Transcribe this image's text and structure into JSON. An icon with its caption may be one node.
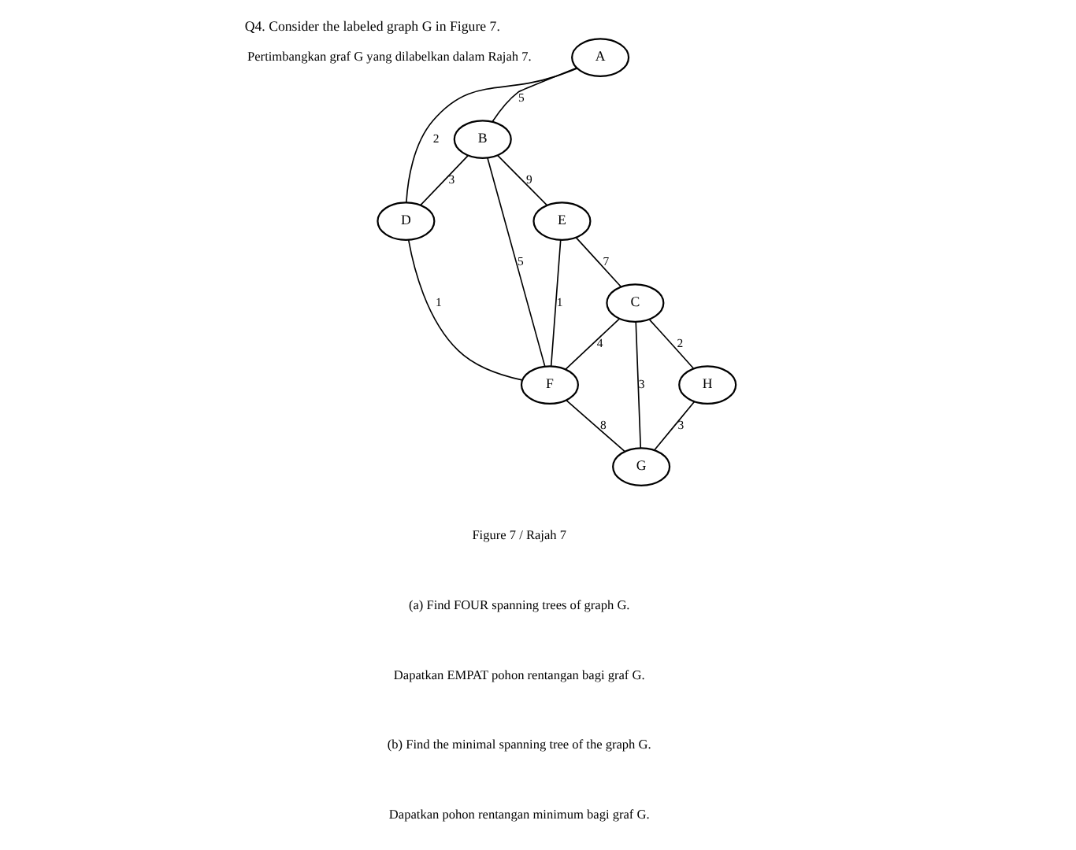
{
  "diagram": {
    "title": "Q4. Consider the labeled graph G in Figure 7.",
    "nodes": [
      {
        "text": [
          "A"
        ]
      },
      {
        "text": [
          "B"
        ]
      },
      {
        "text": [
          "C"
        ]
      },
      {
        "text": [
          "D"
        ]
      },
      {
        "text": [
          "E"
        ]
      },
      {
        "text": [
          "F"
        ]
      },
      {
        "text": [
          "G"
        ]
      },
      {
        "text": [
          "H"
        ]
      }
    ],
    "edges": [
      {
        "from": 0,
        "to": 1,
        "arrow": "none",
        "label": "5"
      },
      {
        "from": 0,
        "to": 3,
        "arrow": "none",
        "label": "2"
      },
      {
        "from": 1,
        "to": 3,
        "arrow": "none",
        "label": "3"
      },
      {
        "from": 1,
        "to": 5,
        "arrow": "none",
        "label": "5"
      },
      {
        "from": 1,
        "to": 4,
        "arrow": "none",
        "label": "9"
      },
      {
        "from": 4,
        "to": 2,
        "arrow": "none",
        "label": "7"
      },
      {
        "from": 4,
        "to": 5,
        "arrow": "none",
        "label": "1"
      },
      {
        "from": 3,
        "to": 5,
        "arrow": "none",
        "label": "1"
      },
      {
        "from": 2,
        "to": 5,
        "arrow": "none",
        "label": "4"
      },
      {
        "from": 2,
        "to": 6,
        "arrow": "none",
        "label": "3"
      },
      {
        "from": 2,
        "to": 7,
        "arrow": "none",
        "label": "2"
      },
      {
        "from": 7,
        "to": 6,
        "arrow": "none",
        "label": "3"
      },
      {
        "from": 5,
        "to": 6,
        "arrow": "none",
        "label": "8"
      }
    ],
    "labels": [
      "Pertimbangkan graf G yang dilabelkan dalam Rajah 7.",
      "Figure 7 / Rajah 7",
      "(a) Find FOUR spanning trees of graph G.",
      "Dapatkan EMPAT pohon rentangan bagi graf G.",
      "(b) Find the minimal spanning tree of the graph G.",
      "Dapatkan pohon rentangan minimum bagi graf G."
    ]
  }
}
